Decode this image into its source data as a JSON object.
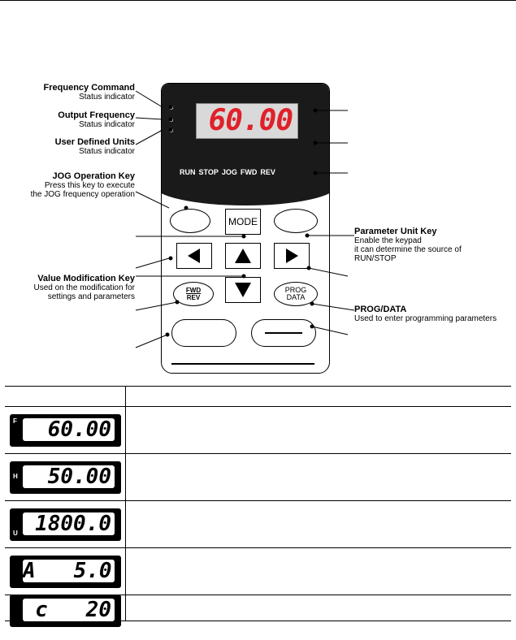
{
  "labels": {
    "freq_cmd_title": "Frequency Command",
    "freq_cmd_sub": "Status indicator",
    "out_freq_title": "Output Frequency",
    "out_freq_sub": "Status indicator",
    "user_units_title": "User Defined Units",
    "user_units_sub": "Status indicator",
    "jog_title": "JOG Operation Key",
    "jog_sub1": "Press this key to execute",
    "jog_sub2": "the JOG frequency operation",
    "param_unit_title": "Parameter Unit Key",
    "param_unit_sub1": "Enable the keypad",
    "param_unit_sub2": "it can determine the source of",
    "param_unit_sub3": "RUN/STOP",
    "value_mod_title": "Value Modification Key",
    "value_mod_sub1": "Used on the modification for",
    "value_mod_sub2": "settings and parameters",
    "prog_data_title": "PROG/DATA",
    "prog_data_sub": "Used to enter programming parameters"
  },
  "panel": {
    "display_value": "60.00",
    "leds": [
      "RUN",
      "STOP",
      "JOG",
      "FWD",
      "REV"
    ],
    "keys": {
      "mode": "MODE",
      "fwd": "FWD",
      "rev": "REV",
      "prog": "PROG",
      "data": "DATA"
    }
  },
  "table": {
    "rows": [
      {
        "tag": "F",
        "value": "60.00"
      },
      {
        "tag": "H",
        "value": "50.00"
      },
      {
        "tag": "U",
        "value": "1800.0"
      },
      {
        "tag": "",
        "value": "A   5.0"
      },
      {
        "tag": "",
        "value": "c   20"
      }
    ]
  },
  "colors": {
    "display_digits": "#e0202a",
    "panel_dark": "#1a1a1a"
  }
}
